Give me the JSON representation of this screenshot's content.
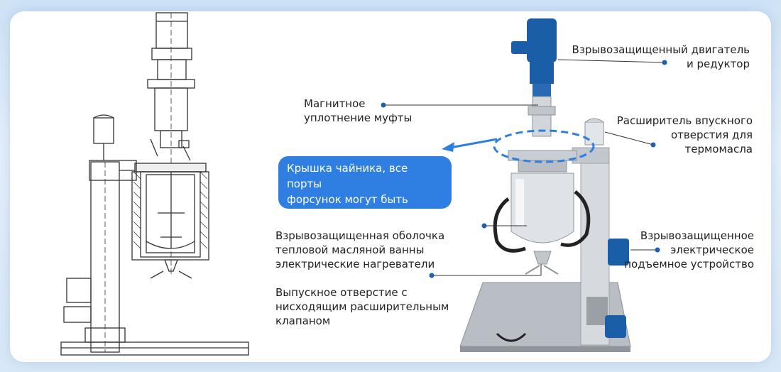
{
  "labels": {
    "motor": "Взрывозащищенный двигатель\nи редуктор",
    "magnetic": "Магнитное\nуплотнение муфты",
    "expander": "Расширитель впускного\nотверстия для\nтермомасла",
    "lid": "Крышка чайника, все порты\nфорсунок могут быть\nизготовлены на заказ",
    "shell": "Взрывозащищенная оболочка\nтепловой масляной ванны\nэлектрические нагреватели",
    "lift": "Взрывозащищенное\nэлектрическое\nподъемное устройство",
    "outlet": "Выпускное отверстие с\nнисходящим расширительным\nклапаном"
  },
  "colors": {
    "accent": "#2f7fe3",
    "leader": "#1f5fb0",
    "motor": "#1b5ea8",
    "steel": "#c7ccd2",
    "drawing": "#333333"
  }
}
